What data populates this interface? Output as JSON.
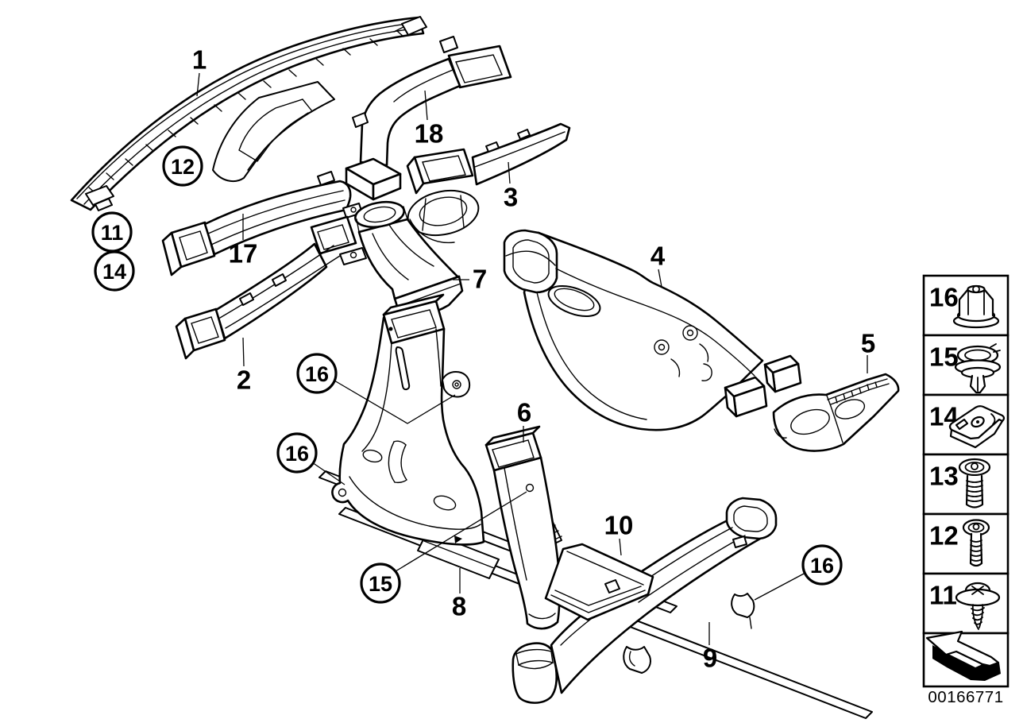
{
  "figure": {
    "type": "exploded-parts-diagram",
    "part_number": "00166771",
    "colors": {
      "line": "#000000",
      "background": "#ffffff"
    },
    "callouts": {
      "plain": [
        {
          "label": "1"
        },
        {
          "label": "18"
        },
        {
          "label": "3"
        },
        {
          "label": "17"
        },
        {
          "label": "7"
        },
        {
          "label": "4"
        },
        {
          "label": "2"
        },
        {
          "label": "5"
        },
        {
          "label": "6"
        },
        {
          "label": "10"
        },
        {
          "label": "8"
        },
        {
          "label": "9"
        }
      ],
      "circled": [
        {
          "label": "12"
        },
        {
          "label": "11"
        },
        {
          "label": "14"
        },
        {
          "label": "16"
        },
        {
          "label": "16"
        },
        {
          "label": "15"
        },
        {
          "label": "16"
        }
      ]
    },
    "legend": {
      "items": [
        {
          "label": "16",
          "icon": "hex-flange-nut-icon"
        },
        {
          "label": "15",
          "icon": "expansion-rivet-icon"
        },
        {
          "label": "14",
          "icon": "sheet-metal-clip-nut-icon"
        },
        {
          "label": "13",
          "icon": "torx-pan-screw-icon"
        },
        {
          "label": "12",
          "icon": "socket-head-screw-icon"
        },
        {
          "label": "11",
          "icon": "phillips-washer-screw-icon"
        }
      ],
      "nav_icon": "overview-arrow-icon"
    }
  }
}
